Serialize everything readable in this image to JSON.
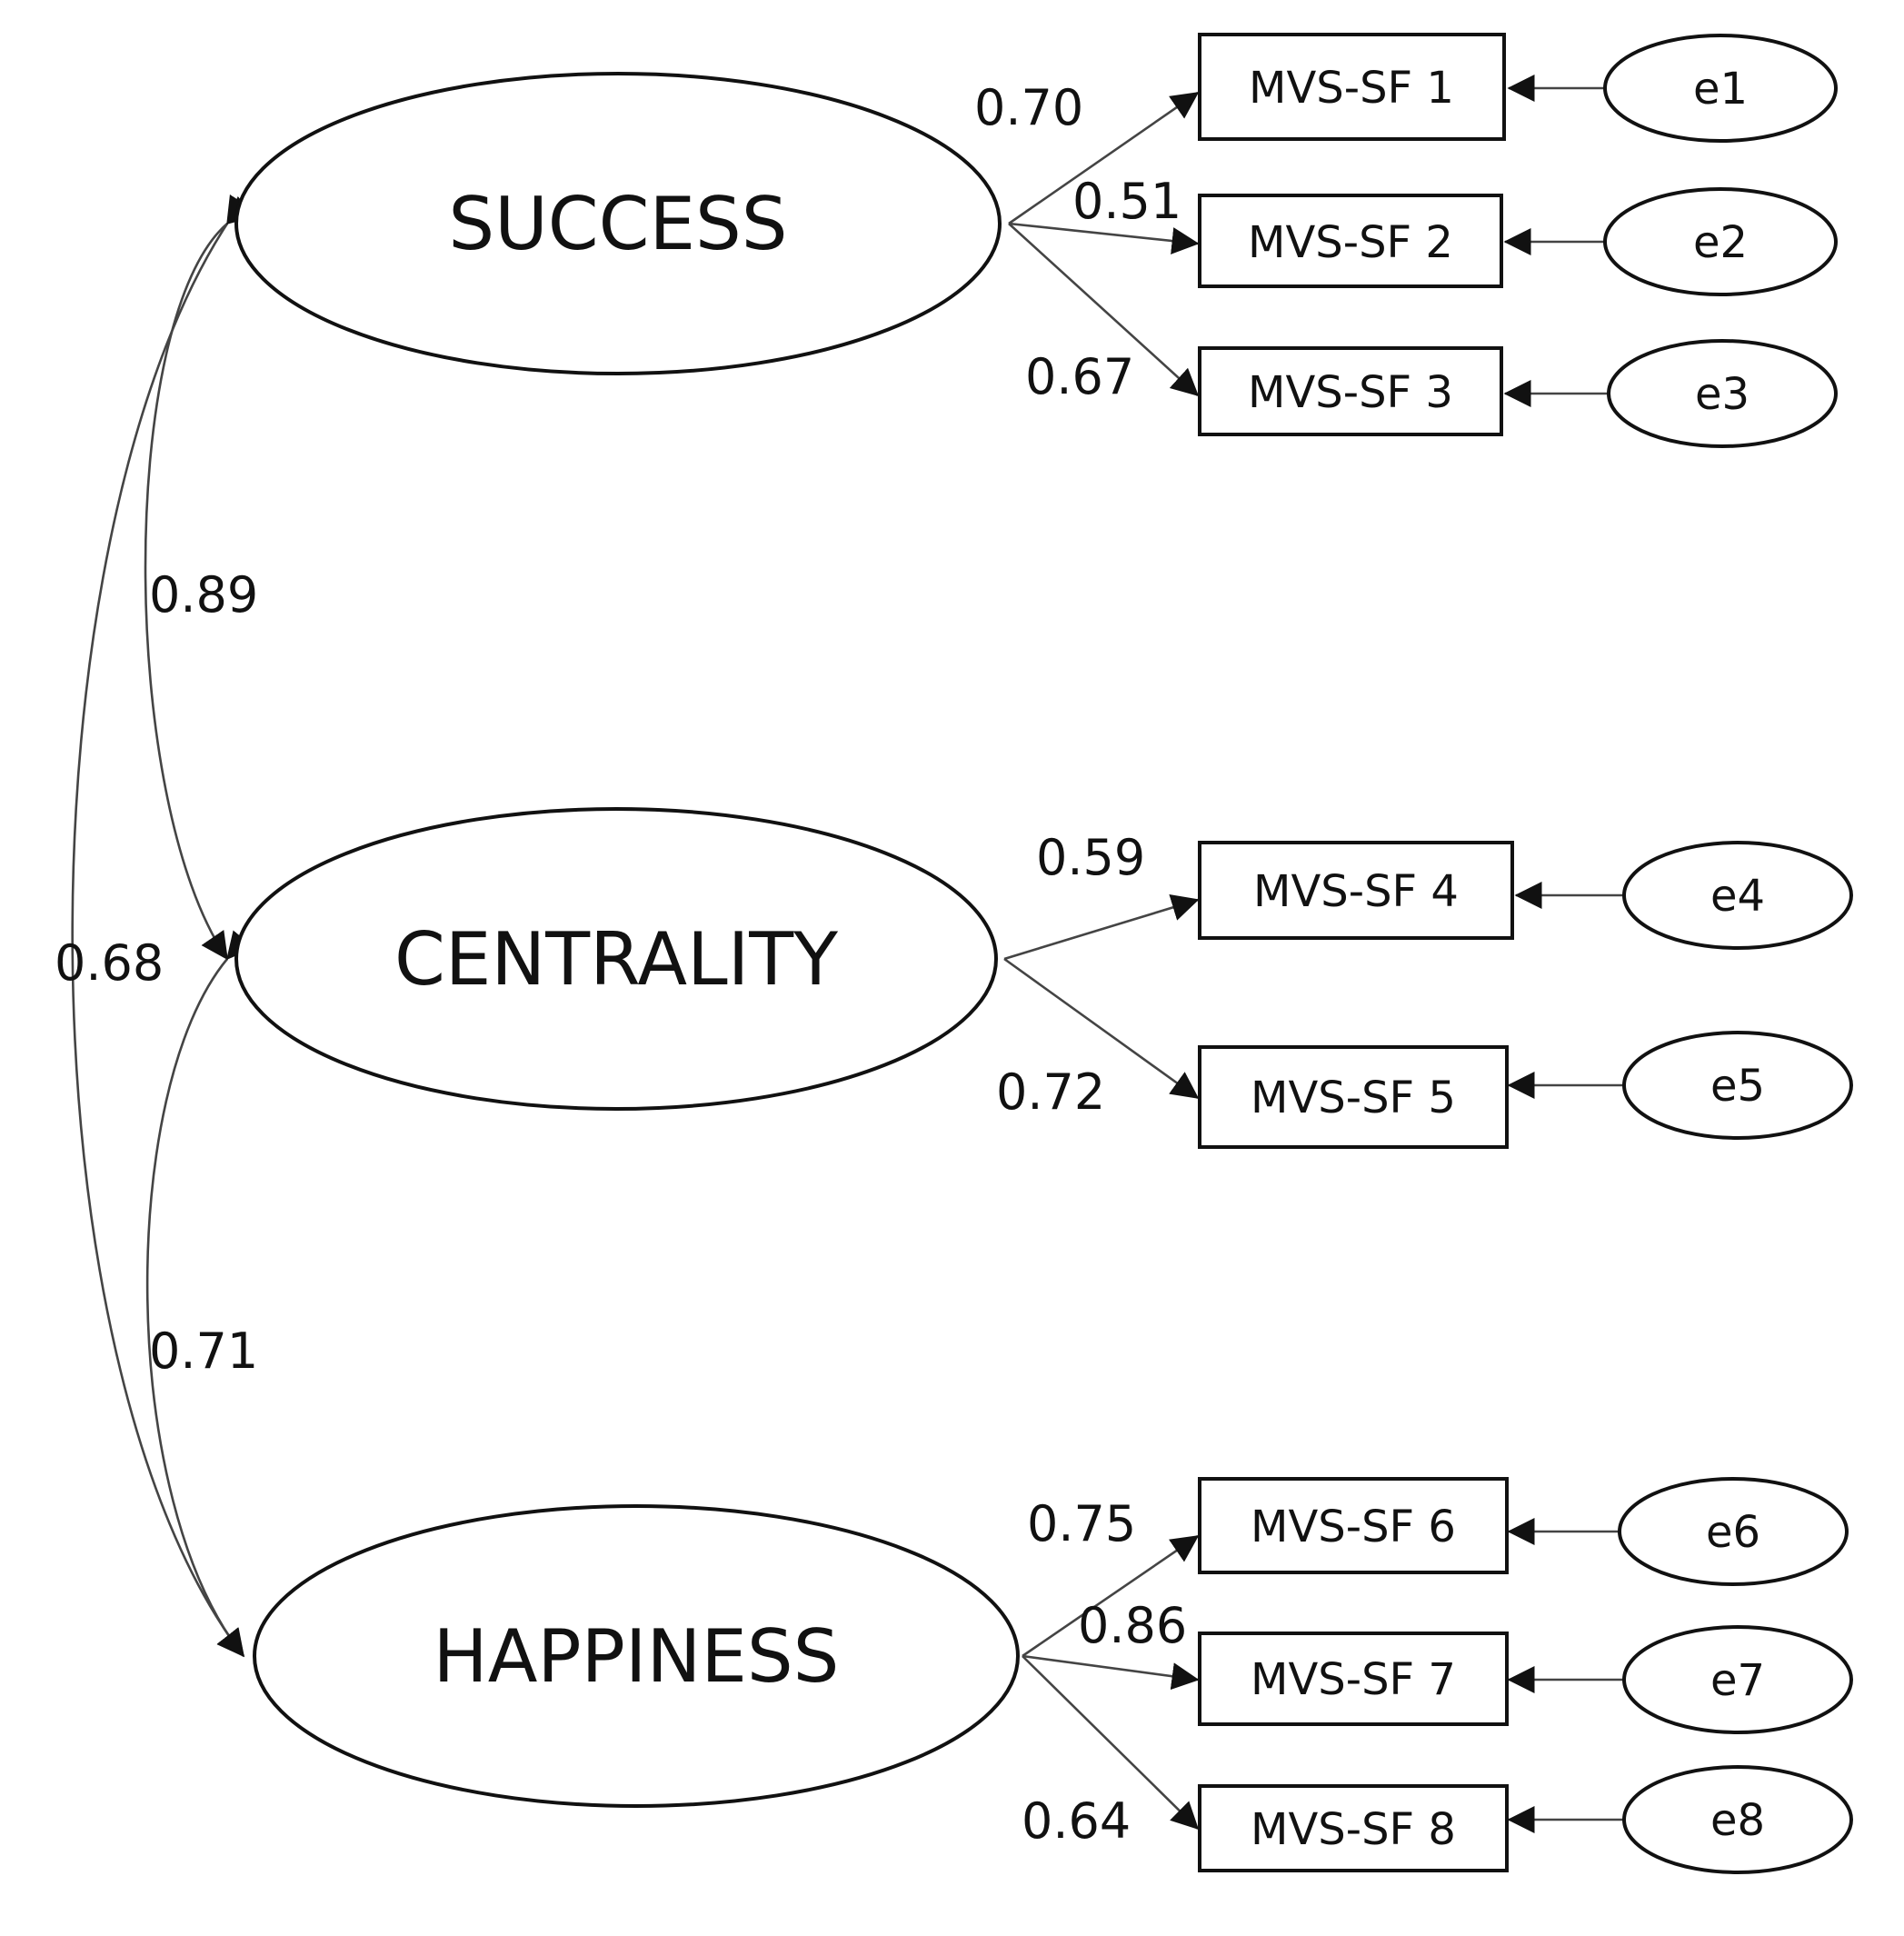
{
  "latent_factors": [
    {
      "id": "success",
      "label": "SUCCESS"
    },
    {
      "id": "centrality",
      "label": "CENTRALITY"
    },
    {
      "id": "happiness",
      "label": "HAPPINESS"
    }
  ],
  "indicators": [
    {
      "id": "i1",
      "label": "MVS-SF 1",
      "error": "e1",
      "factor": "success",
      "loading": "0.70"
    },
    {
      "id": "i2",
      "label": "MVS-SF 2",
      "error": "e2",
      "factor": "success",
      "loading": "0.51"
    },
    {
      "id": "i3",
      "label": "MVS-SF 3",
      "error": "e3",
      "factor": "success",
      "loading": "0.67"
    },
    {
      "id": "i4",
      "label": "MVS-SF 4",
      "error": "e4",
      "factor": "centrality",
      "loading": "0.59"
    },
    {
      "id": "i5",
      "label": "MVS-SF 5",
      "error": "e5",
      "factor": "centrality",
      "loading": "0.72"
    },
    {
      "id": "i6",
      "label": "MVS-SF 6",
      "error": "e6",
      "factor": "happiness",
      "loading": "0.75"
    },
    {
      "id": "i7",
      "label": "MVS-SF 7",
      "error": "e7",
      "factor": "happiness",
      "loading": "0.86"
    },
    {
      "id": "i8",
      "label": "MVS-SF 8",
      "error": "e8",
      "factor": "happiness",
      "loading": "0.64"
    }
  ],
  "correlations": [
    {
      "from": "success",
      "to": "centrality",
      "value": "0.89"
    },
    {
      "from": "success",
      "to": "happiness",
      "value": "0.68"
    },
    {
      "from": "centrality",
      "to": "happiness",
      "value": "0.71"
    }
  ]
}
